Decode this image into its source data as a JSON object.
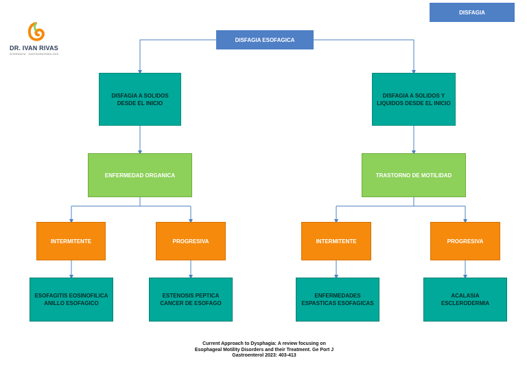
{
  "header": {
    "badge": "DISFAGIA"
  },
  "logo": {
    "name": "DR. IVAN RIVAS",
    "subtitle": "INTERNISTA · GASTROENTEROLOGO"
  },
  "diagram": {
    "root": "DISFAGIA ESOFAGICA",
    "left": {
      "level1": "DISFAGIA A SOLIDOS\nDESDE EL INICIO",
      "level2": "ENFERMEDAD ORGANICA",
      "level3a": "INTERMITENTE",
      "level3b": "PROGRESIVA",
      "level4a": "ESOFAGITIS EOSINOFILICA\nANILLO ESOFAGICO",
      "level4b": "ESTENOSIS PEPTICA\nCANCER DE ESOFAGO"
    },
    "right": {
      "level1": "DISFAGIA A SOLIDOS Y\nLIQUIDOS DESDE EL INICIO",
      "level2": "TRASTORNO DE MOTILIDAD",
      "level3a": "INTERMITENTE",
      "level3b": "PROGRESIVA",
      "level4a": "ENFERMEDADES\nESPASTICAS ESOFAGICAS",
      "level4b": "ACALASIA\nESCLERODERMIA"
    }
  },
  "citation": "Current Approach to Dysphagia: A review focusing on\nEsophageal Motility Disorders and their Treatment. Ge Port J\nGastroenterol 2023: 403-413",
  "colors": {
    "blue": "#4f7fc5",
    "teal": "#00a99a",
    "green": "#8dd05a",
    "orange": "#f58a0c",
    "connector": "#4a7fc0"
  }
}
